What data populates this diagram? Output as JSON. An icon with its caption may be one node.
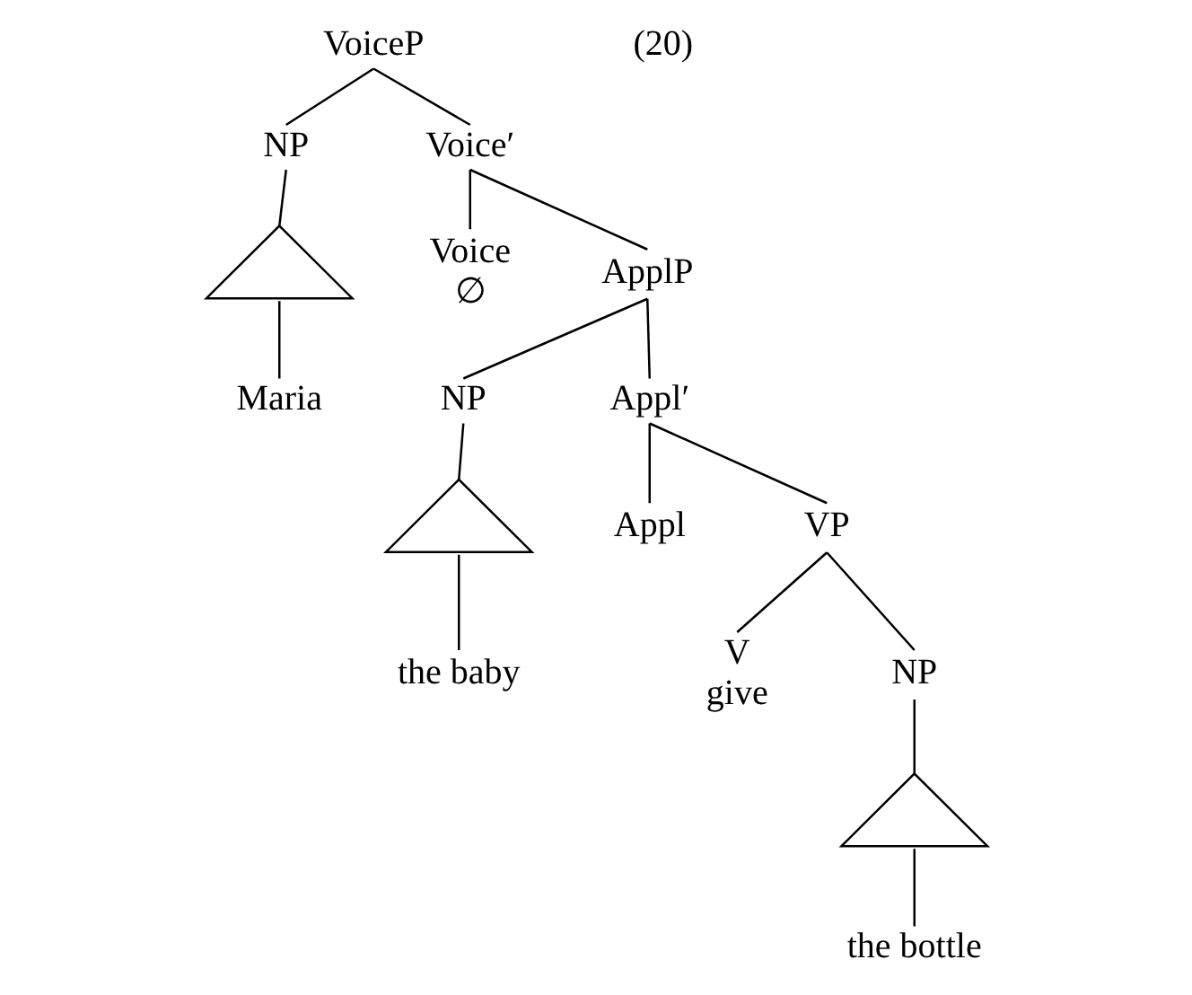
{
  "diagram": {
    "nodes": [
      {
        "text": [
          "VoiceP"
        ]
      },
      {
        "text": [
          "NP"
        ]
      },
      {
        "text": [
          "Voice′"
        ]
      },
      {
        "text": [],
        "shape": "triangle"
      },
      {
        "text": [
          "Maria"
        ]
      },
      {
        "text": [
          "Voice",
          "∅"
        ]
      },
      {
        "text": [
          "ApplP"
        ]
      },
      {
        "text": [
          "NP"
        ]
      },
      {
        "text": [
          "Appl′"
        ]
      },
      {
        "text": [],
        "shape": "triangle"
      },
      {
        "text": [
          "the baby"
        ]
      },
      {
        "text": [
          "Appl"
        ]
      },
      {
        "text": [
          "VP"
        ]
      },
      {
        "text": [
          "V",
          "give"
        ]
      },
      {
        "text": [
          "NP"
        ]
      },
      {
        "text": [],
        "shape": "triangle"
      },
      {
        "text": [
          "the bottle"
        ]
      }
    ],
    "edges": [
      {
        "from": 0,
        "to": 1,
        "arrow": "none"
      },
      {
        "from": 0,
        "to": 2,
        "arrow": "none"
      },
      {
        "from": 1,
        "to": 3,
        "arrow": "none"
      },
      {
        "from": 3,
        "to": 4,
        "arrow": "none"
      },
      {
        "from": 2,
        "to": 5,
        "arrow": "none"
      },
      {
        "from": 2,
        "to": 6,
        "arrow": "none"
      },
      {
        "from": 6,
        "to": 7,
        "arrow": "none"
      },
      {
        "from": 6,
        "to": 8,
        "arrow": "none"
      },
      {
        "from": 7,
        "to": 9,
        "arrow": "none"
      },
      {
        "from": 9,
        "to": 10,
        "arrow": "none"
      },
      {
        "from": 8,
        "to": 11,
        "arrow": "none"
      },
      {
        "from": 8,
        "to": 12,
        "arrow": "none"
      },
      {
        "from": 12,
        "to": 13,
        "arrow": "none"
      },
      {
        "from": 12,
        "to": 14,
        "arrow": "none"
      },
      {
        "from": 14,
        "to": 15,
        "arrow": "none"
      },
      {
        "from": 15,
        "to": 16,
        "arrow": "none"
      }
    ],
    "labels": [
      "(20)"
    ]
  }
}
